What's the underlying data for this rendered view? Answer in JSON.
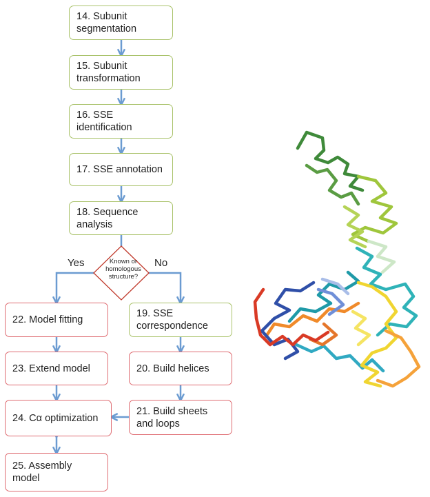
{
  "flowchart": {
    "step14": "14. Subunit\nsegmentation",
    "step15": "15. Subunit\ntransformation",
    "step16": "16. SSE\nidentification",
    "step17": "17. SSE annotation",
    "step18": "18. Sequence\nanalysis",
    "decision": "Known or\nhomologous\nstructure?",
    "yes_label": "Yes",
    "no_label": "No",
    "step19": "19. SSE\ncorrespondence",
    "step20": "20. Build helices",
    "step21": "21. Build sheets\nand loops",
    "step22": "22. Model fitting",
    "step23": "23. Extend model",
    "step24": "24. Cα optimization",
    "step25": "25. Assembly\nmodel"
  },
  "colors": {
    "pipeline_border": "#a9c26a",
    "model_border": "#de6a70",
    "arrow": "#6b9bd1",
    "decision_border": "#c0392b"
  },
  "structure_image": {
    "type": "protein C-alpha backbone ribbon, rainbow-colored",
    "gradient": [
      "#3f8a3a",
      "#9fc63c",
      "#2fb3b8",
      "#f0d531",
      "#f08a2a",
      "#2f4fa8",
      "#d93a25"
    ]
  }
}
